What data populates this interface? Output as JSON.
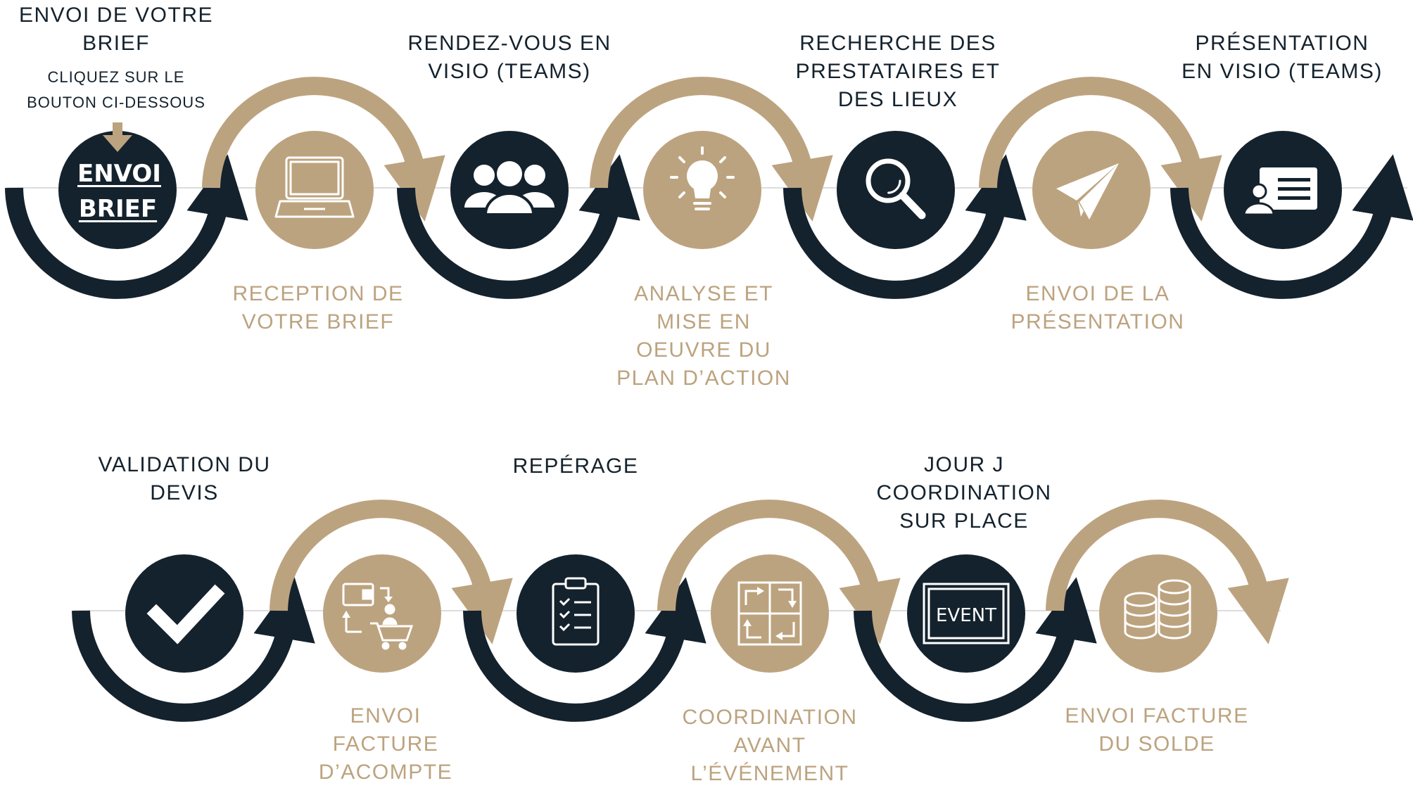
{
  "colors": {
    "dark": "#14222d",
    "gold": "#bca37f",
    "white": "#ffffff"
  },
  "row1": [
    {
      "position": "top",
      "color": "dark",
      "title": "ENVOI DE VOTRE\nBRIEF",
      "subtitle": "CLIQUEZ SUR LE\nBOUTON CI-DESSOUS",
      "button": "ENVOI\nBRIEF",
      "icon": "arrow-down-icon"
    },
    {
      "position": "bottom",
      "color": "gold",
      "title": "RECEPTION DE\nVOTRE BRIEF",
      "icon": "laptop-icon"
    },
    {
      "position": "top",
      "color": "dark",
      "title": "RENDEZ-VOUS EN\nVISIO (TEAMS)",
      "icon": "people-group-icon"
    },
    {
      "position": "bottom",
      "color": "gold",
      "title": "ANALYSE ET\nMISE EN\nOEUVRE DU\nPLAN D’ACTION",
      "icon": "lightbulb-icon"
    },
    {
      "position": "top",
      "color": "dark",
      "title": "RECHERCHE DES\nPRESTATAIRES ET\nDES LIEUX",
      "icon": "magnifier-icon"
    },
    {
      "position": "bottom",
      "color": "gold",
      "title": "ENVOI DE LA\nPRÉSENTATION",
      "icon": "paper-plane-icon"
    },
    {
      "position": "top",
      "color": "dark",
      "title": "PRÉSENTATION\nEN VISIO (TEAMS)",
      "icon": "presentation-id-card-icon"
    }
  ],
  "row2": [
    {
      "position": "top",
      "color": "dark",
      "title": "VALIDATION DU\nDEVIS",
      "icon": "checkmark-icon"
    },
    {
      "position": "bottom",
      "color": "gold",
      "title": "ENVOI\nFACTURE\nD’ACOMPTE",
      "icon": "wallet-cart-icon"
    },
    {
      "position": "top",
      "color": "dark",
      "title": "REPÉRAGE",
      "icon": "clipboard-checklist-icon"
    },
    {
      "position": "bottom",
      "color": "gold",
      "title": "COORDINATION\nAVANT\nL’ÉVÉNEMENT",
      "icon": "puzzle-arrows-icon"
    },
    {
      "position": "top",
      "color": "dark",
      "title": "JOUR J\nCOORDINATION\nSUR PLACE",
      "icon": "event-sign-icon",
      "sign_text": "EVENT"
    },
    {
      "position": "bottom",
      "color": "gold",
      "title": "ENVOI FACTURE\nDU SOLDE",
      "icon": "coin-stacks-icon"
    }
  ]
}
